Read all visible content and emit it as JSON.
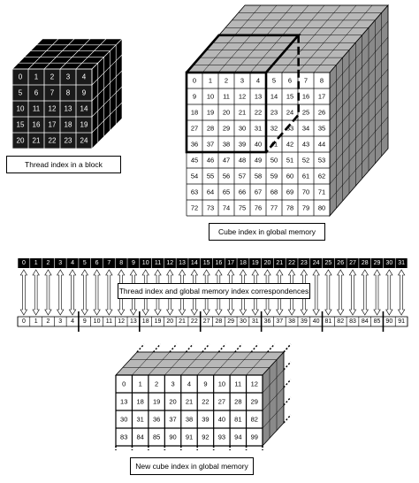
{
  "labels": {
    "thread_block": "Thread index in a block",
    "cube_global": "Cube index in global memory",
    "correspondence": "Thread index and global memory index correspondences",
    "new_cube": "New cube index in global memory"
  },
  "thread_block_grid": [
    [
      "0",
      "1",
      "2",
      "3",
      "4"
    ],
    [
      "5",
      "6",
      "7",
      "8",
      "9"
    ],
    [
      "10",
      "11",
      "12",
      "13",
      "14"
    ],
    [
      "15",
      "16",
      "17",
      "18",
      "19"
    ],
    [
      "20",
      "21",
      "22",
      "23",
      "24"
    ]
  ],
  "global_cube_grid": [
    [
      "0",
      "1",
      "2",
      "3",
      "4",
      "5",
      "6",
      "7",
      "8"
    ],
    [
      "9",
      "10",
      "11",
      "12",
      "13",
      "14",
      "15",
      "16",
      "17"
    ],
    [
      "18",
      "19",
      "20",
      "21",
      "22",
      "23",
      "24",
      "25",
      "26"
    ],
    [
      "27",
      "28",
      "29",
      "30",
      "31",
      "32",
      "33",
      "34",
      "35"
    ],
    [
      "36",
      "37",
      "38",
      "39",
      "40",
      "41",
      "42",
      "43",
      "44"
    ],
    [
      "45",
      "46",
      "47",
      "48",
      "49",
      "50",
      "51",
      "52",
      "53"
    ],
    [
      "54",
      "55",
      "56",
      "57",
      "58",
      "59",
      "60",
      "61",
      "62"
    ],
    [
      "63",
      "64",
      "65",
      "66",
      "67",
      "68",
      "69",
      "70",
      "71"
    ],
    [
      "72",
      "73",
      "74",
      "75",
      "76",
      "77",
      "78",
      "79",
      "80"
    ]
  ],
  "thread_strip": [
    "0",
    "1",
    "2",
    "3",
    "4",
    "5",
    "6",
    "7",
    "8",
    "9",
    "10",
    "11",
    "12",
    "13",
    "14",
    "15",
    "16",
    "17",
    "18",
    "19",
    "20",
    "21",
    "22",
    "23",
    "24",
    "25",
    "26",
    "27",
    "28",
    "29",
    "30",
    "31"
  ],
  "memory_strip": [
    "0",
    "1",
    "2",
    "3",
    "4",
    "9",
    "10",
    "11",
    "12",
    "13",
    "18",
    "19",
    "20",
    "21",
    "22",
    "27",
    "28",
    "29",
    "30",
    "31",
    "36",
    "37",
    "38",
    "39",
    "40",
    "81",
    "82",
    "83",
    "84",
    "85",
    "90",
    "91"
  ],
  "new_cube_grid": [
    [
      "0",
      "1",
      "2",
      "3",
      "4",
      "9",
      "10",
      "11",
      "12"
    ],
    [
      "13",
      "18",
      "19",
      "20",
      "21",
      "22",
      "27",
      "28",
      "29"
    ],
    [
      "30",
      "31",
      "36",
      "37",
      "38",
      "39",
      "40",
      "81",
      "82"
    ],
    [
      "83",
      "84",
      "85",
      "90",
      "91",
      "92",
      "93",
      "94",
      "99"
    ]
  ],
  "colors": {
    "black": "#000000",
    "dark_face": "#1a1a1a",
    "cube_top": "#b8b8b8",
    "cube_side": "#8a8a8a",
    "white": "#ffffff"
  }
}
